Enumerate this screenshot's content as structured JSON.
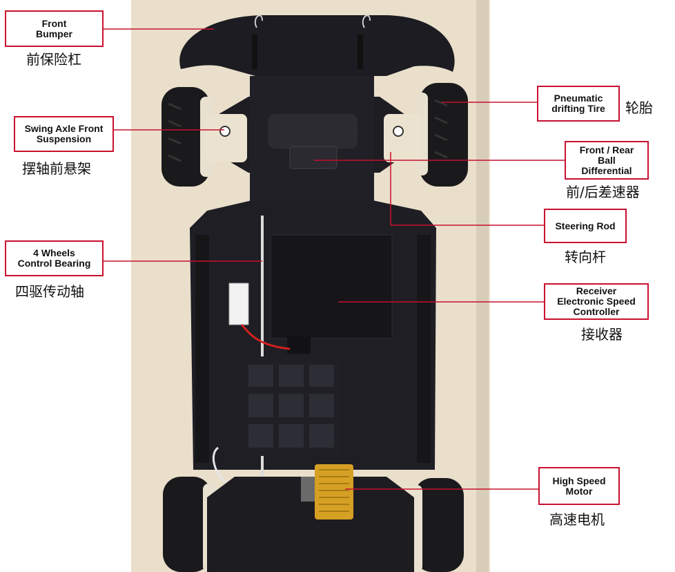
{
  "labels": {
    "front_bumper": {
      "en": "Front\nBumper",
      "cn": "前保险杠"
    },
    "swing_axle": {
      "en": "Swing Axle Front\nSuspension",
      "cn": "摆轴前悬架"
    },
    "four_wheels": {
      "en": "4 Wheels\nControl Bearing",
      "cn": "四驱传动轴"
    },
    "pneumatic_tire": {
      "en": "Pneumatic\ndrifting Tire",
      "cn": "轮胎"
    },
    "differential": {
      "en": "Front / Rear\nBall\nDifferential",
      "cn": "前/后差速器"
    },
    "steering_rod": {
      "en": "Steering Rod",
      "cn": "转向杆"
    },
    "receiver_esc": {
      "en": "Receiver\nElectronic Speed\nController",
      "cn": "接收器"
    },
    "high_speed_motor": {
      "en": "High Speed\nMotor",
      "cn": "高速电机"
    }
  },
  "colors": {
    "callout_red": "#c8102e",
    "board": "#e9dcc6",
    "chassis": "#1b1b1f",
    "tire": "#18181a",
    "motor_gold": "#d9a521"
  }
}
